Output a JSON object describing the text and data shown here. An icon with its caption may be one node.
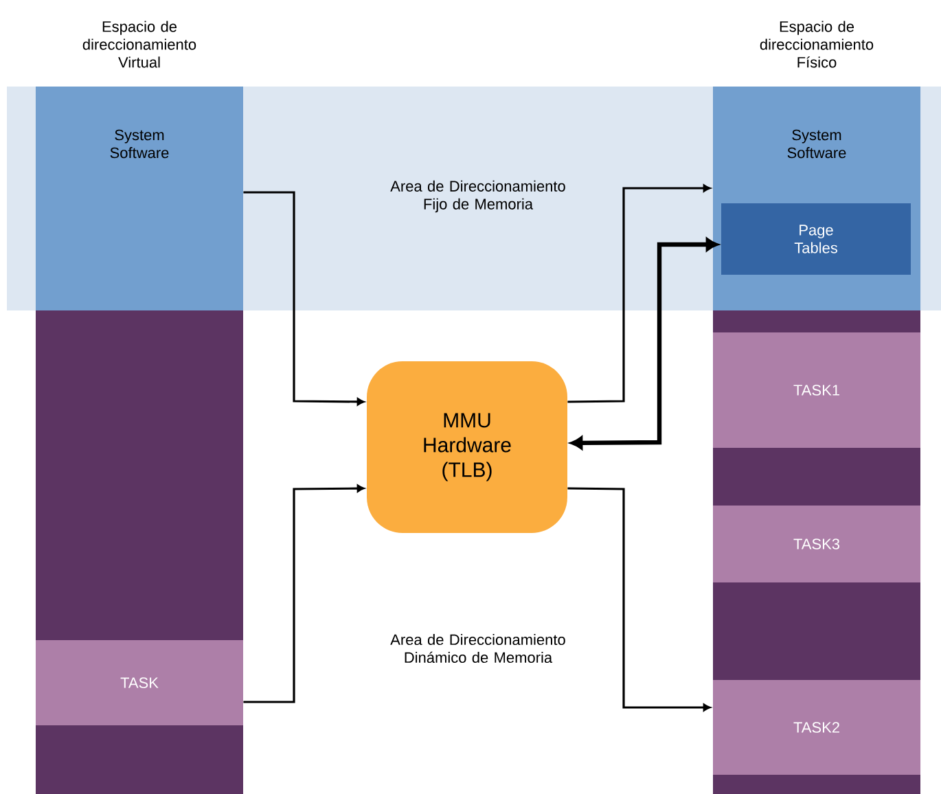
{
  "diagram": {
    "nodes": [
      {
        "text": [
          "Espacio de direccionamiento Virtual"
        ]
      },
      {
        "text": [
          "System Software"
        ],
        "in": 0
      },
      {
        "text": [
          "TASK"
        ],
        "in": 0
      },
      {
        "text": [
          "Espacio de direccionamiento Físico"
        ]
      },
      {
        "text": [
          "System Software"
        ],
        "in": 3
      },
      {
        "text": [
          "Page Tables"
        ],
        "in": 4
      },
      {
        "text": [
          "TASK1"
        ],
        "in": 3
      },
      {
        "text": [
          "TASK3"
        ],
        "in": 3
      },
      {
        "text": [
          "TASK2"
        ],
        "in": 3
      },
      {
        "text": [
          "MMU Hardware (TLB)"
        ]
      }
    ],
    "edges": [
      {
        "from": 1,
        "to": 9,
        "arrow": "to"
      },
      {
        "from": 2,
        "to": 9,
        "arrow": "to"
      },
      {
        "from": 9,
        "to": 4,
        "arrow": "to"
      },
      {
        "from": 9,
        "to": 5,
        "arrow": "both",
        "style": "thick"
      },
      {
        "from": 9,
        "to": 8,
        "arrow": "to"
      }
    ],
    "labels": [
      "Area de Direccionamiento Fijo de Memoria",
      "Area de Direccionamiento Dinámico de Memoria"
    ]
  }
}
